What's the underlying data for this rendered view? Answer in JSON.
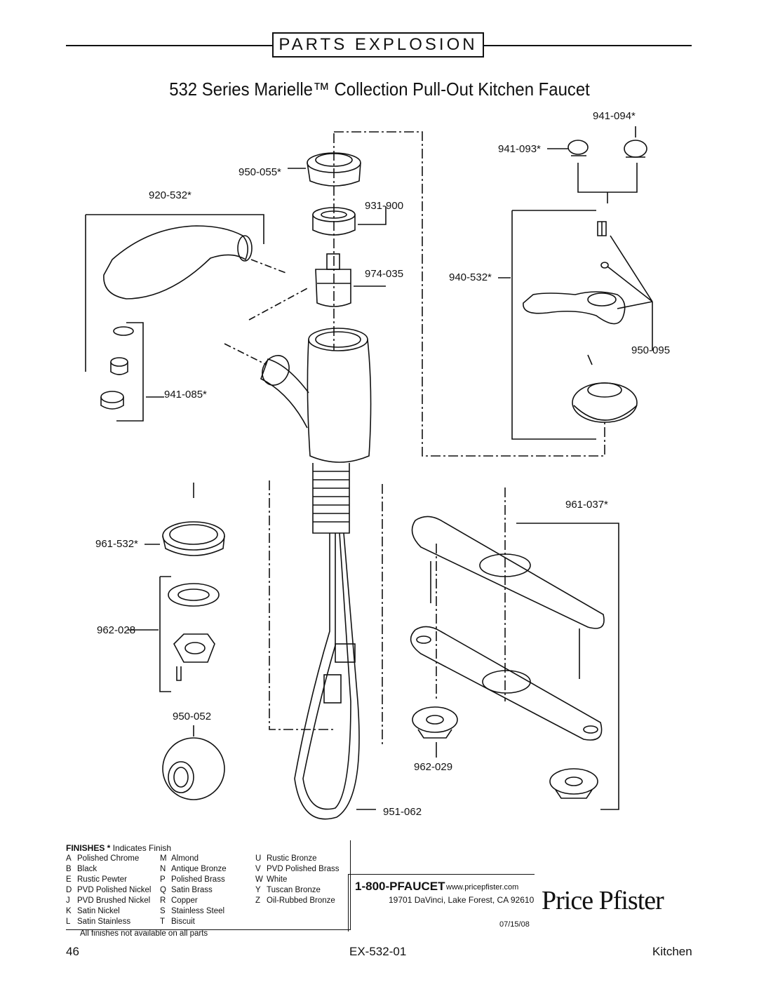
{
  "header": {
    "section": "PARTS EXPLOSION"
  },
  "title": "532 Series Marielle™ Collection Pull-Out Kitchen Faucet",
  "parts": {
    "p941_094": "941-094*",
    "p941_093": "941-093*",
    "p950_055": "950-055*",
    "p920_532": "920-532*",
    "p931_900": "931-900",
    "p974_035": "974-035",
    "p940_532": "940-532*",
    "p950_095": "950-095",
    "p941_085": "941-085*",
    "p961_037": "961-037*",
    "p961_532": "961-532*",
    "p962_028": "962-028",
    "p950_052": "950-052",
    "p962_029": "962-029",
    "p951_062": "951-062"
  },
  "finishes": {
    "title_bold": "FINISHES *",
    "title_rest": " Indicates Finish",
    "col1": [
      {
        "code": "A",
        "name": "Polished Chrome"
      },
      {
        "code": "B",
        "name": "Black"
      },
      {
        "code": "E",
        "name": "Rustic Pewter"
      },
      {
        "code": "D",
        "name": "PVD Polished Nickel"
      },
      {
        "code": "J",
        "name": "PVD Brushed Nickel"
      },
      {
        "code": "K",
        "name": "Satin Nickel"
      },
      {
        "code": "L",
        "name": "Satin Stainless"
      }
    ],
    "col2": [
      {
        "code": "M",
        "name": "Almond"
      },
      {
        "code": "N",
        "name": "Antique Bronze"
      },
      {
        "code": "P",
        "name": "Polished Brass"
      },
      {
        "code": "Q",
        "name": "Satin Brass"
      },
      {
        "code": "R",
        "name": "Copper"
      },
      {
        "code": "S",
        "name": "Stainless Steel"
      },
      {
        "code": "T",
        "name": "Biscuit"
      }
    ],
    "col3": [
      {
        "code": "U",
        "name": "Rustic Bronze"
      },
      {
        "code": "V",
        "name": "PVD Polished Brass"
      },
      {
        "code": "W",
        "name": "White"
      },
      {
        "code": "Y",
        "name": "Tuscan Bronze"
      },
      {
        "code": "Z",
        "name": "Oil-Rubbed Bronze"
      }
    ],
    "note": "All finishes not available on all parts"
  },
  "contact": {
    "phone": "1-800-PFAUCET",
    "website": "www.pricepfister.com",
    "address": "19701 DaVinci, Lake Forest, CA  92610",
    "date": "07/15/08",
    "brand": "Price Pfister"
  },
  "footer": {
    "page": "46",
    "doc_id": "EX-532-01",
    "category": "Kitchen"
  }
}
